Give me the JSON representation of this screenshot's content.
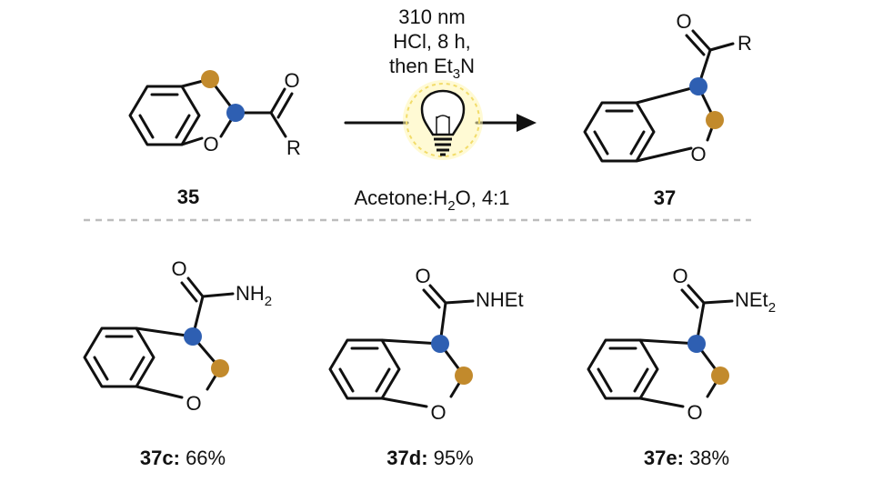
{
  "reaction": {
    "conditions_line1": "310 nm",
    "conditions_line2": "HCl, 8 h,",
    "conditions_line3_pre": "then Et",
    "conditions_line3_sub": "3",
    "conditions_line3_post": "N",
    "solvent_pre": "Acetone:H",
    "solvent_sub": "2",
    "solvent_post": "O, 4:1"
  },
  "reactant": {
    "label": "35",
    "heteroatom": "O",
    "carbonyl_o": "O",
    "r_group": "R"
  },
  "product": {
    "label": "37",
    "heteroatom": "O",
    "carbonyl_o": "O",
    "r_group": "R"
  },
  "examples": [
    {
      "label": "37c:",
      "yield": "66%",
      "ring_o": "O",
      "carbonyl_o": "O",
      "amine": "NH",
      "amine_sub": "2"
    },
    {
      "label": "37d:",
      "yield": "95%",
      "ring_o": "O",
      "carbonyl_o": "O",
      "amine": "NHEt",
      "amine_sub": ""
    },
    {
      "label": "37e:",
      "yield": "38%",
      "ring_o": "O",
      "carbonyl_o": "O",
      "amine": "NEt",
      "amine_sub": "2"
    }
  ],
  "colors": {
    "migrating_carbon": "#2E5FB2",
    "ring_carbon": "#C28A2C",
    "lamp_glow": "#FFF6B0",
    "divider": "#BDBDBD"
  }
}
